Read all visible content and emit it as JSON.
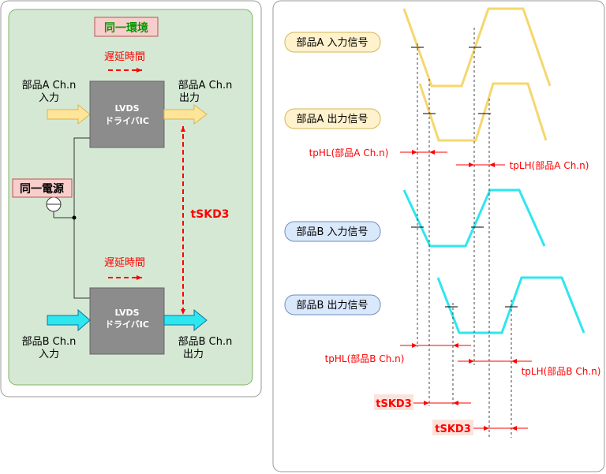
{
  "left_panel": {
    "env_label": "同一環境",
    "delay_label_top": "遅延時間",
    "delay_label_bottom": "遅延時間",
    "power_label": "同一電源",
    "skew_label": "tSKD3",
    "ic_top": {
      "line1": "LVDS",
      "line2": "ドライバIC"
    },
    "ic_bottom": {
      "line1": "LVDS",
      "line2": "ドライバIC"
    },
    "in_a": {
      "line1": "部品A Ch.n",
      "line2": "入力"
    },
    "out_a": {
      "line1": "部品A Ch.n",
      "line2": "出力"
    },
    "in_b": {
      "line1": "部品B Ch.n",
      "line2": "入力"
    },
    "out_b": {
      "line1": "部品B Ch.n",
      "line2": "出力"
    }
  },
  "right_panel": {
    "signal_labels": {
      "a_in": "部品A 入力信号",
      "a_out": "部品A 出力信号",
      "b_in": "部品B 入力信号",
      "b_out": "部品B 出力信号"
    },
    "tphl_a": "tpHL(部品A Ch.n)",
    "tplh_a": "tpLH(部品A Ch.n)",
    "tphl_b": "tpHL(部品B Ch.n)",
    "tplh_b": "tpLH(部品B Ch.n)",
    "skew_1": "tSKD3",
    "skew_2": "tSKD3"
  },
  "colors": {
    "red": "#ff0000",
    "yellow_wave": "#f5d76e",
    "cyan_wave": "#2ee6ee",
    "green_bg": "#d5e8d4",
    "ic_gray": "#8c8c8c"
  }
}
